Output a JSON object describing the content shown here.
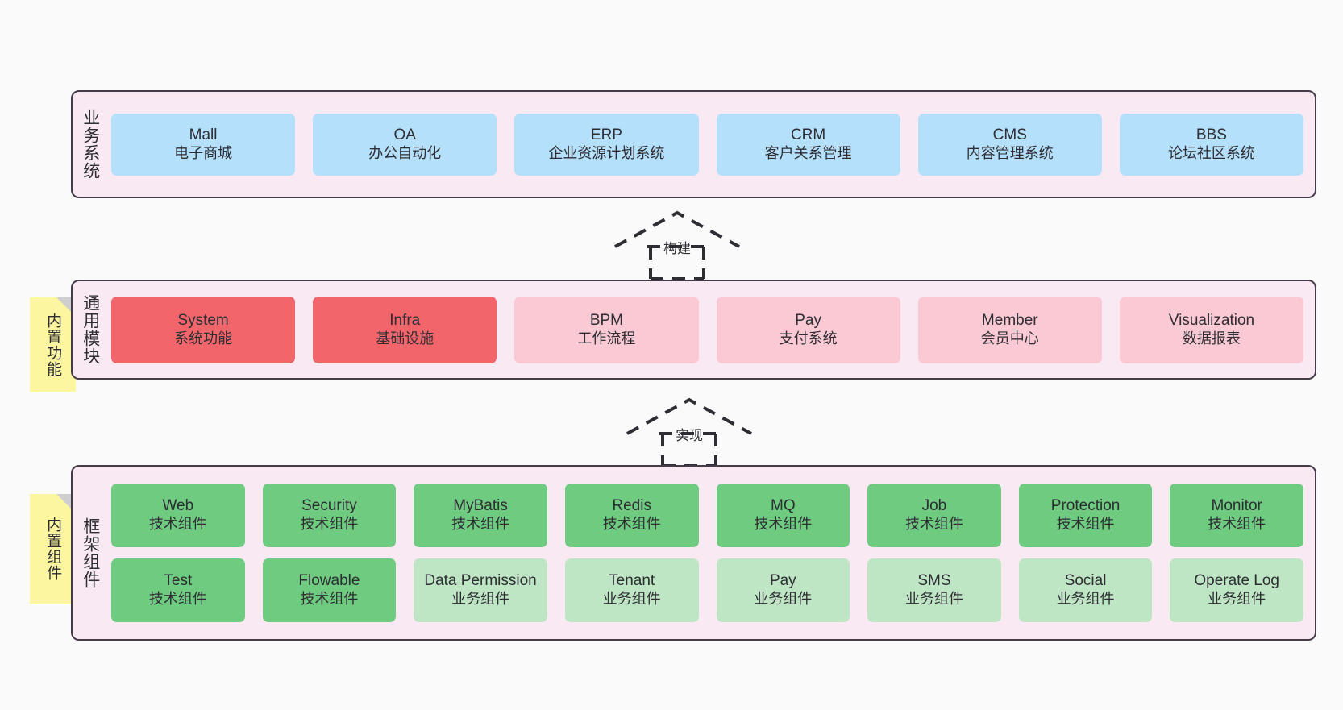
{
  "page": {
    "background": "#fafafa",
    "layer_fill": "#f9e9f3",
    "layer_border": "#463c49",
    "note_fill": "#fcf6a0",
    "note_fold": "#cfcfcf"
  },
  "layers": {
    "business": {
      "label": "业务系统",
      "nodes": [
        {
          "en": "Mall",
          "cn": "电子商城",
          "color": "#b5e0fb"
        },
        {
          "en": "OA",
          "cn": "办公自动化",
          "color": "#b5e0fb"
        },
        {
          "en": "ERP",
          "cn": "企业资源计划系统",
          "color": "#b5e0fb"
        },
        {
          "en": "CRM",
          "cn": "客户关系管理",
          "color": "#b5e0fb"
        },
        {
          "en": "CMS",
          "cn": "内容管理系统",
          "color": "#b5e0fb"
        },
        {
          "en": "BBS",
          "cn": "论坛社区系统",
          "color": "#b5e0fb"
        }
      ]
    },
    "modules": {
      "label": "通用模块",
      "note": "内置功能",
      "nodes": [
        {
          "en": "System",
          "cn": "系统功能",
          "color": "#f2666b"
        },
        {
          "en": "Infra",
          "cn": "基础设施",
          "color": "#f2666b"
        },
        {
          "en": "BPM",
          "cn": "工作流程",
          "color": "#fbc9d4"
        },
        {
          "en": "Pay",
          "cn": "支付系统",
          "color": "#fbc9d4"
        },
        {
          "en": "Member",
          "cn": "会员中心",
          "color": "#fbc9d4"
        },
        {
          "en": "Visualization",
          "cn": "数据报表",
          "color": "#fbc9d4"
        }
      ]
    },
    "framework": {
      "label": "框架组件",
      "note": "内置组件",
      "row1": [
        {
          "en": "Web",
          "cn": "技术组件",
          "color": "#6ecb80"
        },
        {
          "en": "Security",
          "cn": "技术组件",
          "color": "#6ecb80"
        },
        {
          "en": "MyBatis",
          "cn": "技术组件",
          "color": "#6ecb80"
        },
        {
          "en": "Redis",
          "cn": "技术组件",
          "color": "#6ecb80"
        },
        {
          "en": "MQ",
          "cn": "技术组件",
          "color": "#6ecb80"
        },
        {
          "en": "Job",
          "cn": "技术组件",
          "color": "#6ecb80"
        },
        {
          "en": "Protection",
          "cn": "技术组件",
          "color": "#6ecb80"
        },
        {
          "en": "Monitor",
          "cn": "技术组件",
          "color": "#6ecb80"
        }
      ],
      "row2": [
        {
          "en": "Test",
          "cn": "技术组件",
          "color": "#6ecb80"
        },
        {
          "en": "Flowable",
          "cn": "技术组件",
          "color": "#6ecb80"
        },
        {
          "en": "Data Permission",
          "cn": "业务组件",
          "color": "#bfe6c4",
          "wrap": true
        },
        {
          "en": "Tenant",
          "cn": "业务组件",
          "color": "#bfe6c4"
        },
        {
          "en": "Pay",
          "cn": "业务组件",
          "color": "#bfe6c4"
        },
        {
          "en": "SMS",
          "cn": "业务组件",
          "color": "#bfe6c4"
        },
        {
          "en": "Social",
          "cn": "业务组件",
          "color": "#bfe6c4"
        },
        {
          "en": "Operate Log",
          "cn": "业务组件",
          "color": "#bfe6c4"
        }
      ]
    }
  },
  "connectors": [
    {
      "label": "构建"
    },
    {
      "label": "实现"
    }
  ]
}
